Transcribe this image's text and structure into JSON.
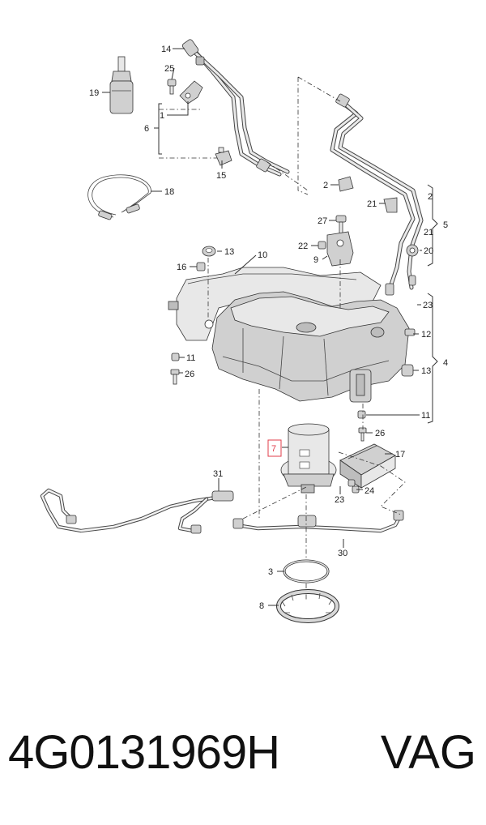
{
  "callouts": {
    "c14": "14",
    "c25": "25",
    "c19": "19",
    "c1": "1",
    "c6": "6",
    "c15": "15",
    "c18": "18",
    "c2a": "2",
    "c21a": "21",
    "c2b": "2",
    "c21b": "21",
    "c5": "5",
    "c27": "27",
    "c22": "22",
    "c20": "20",
    "c9": "9",
    "c13a": "13",
    "c16": "16",
    "c10": "10",
    "c23a": "23",
    "c12": "12",
    "c11a": "11",
    "c4": "4",
    "c26a": "26",
    "c13b": "13",
    "c11b": "11",
    "c26b": "26",
    "c7": "7",
    "c17": "17",
    "c31": "31",
    "c24": "24",
    "c23b": "23",
    "c30": "30",
    "c3": "3",
    "c8": "8"
  },
  "caption": {
    "part_number": "4G0131969H",
    "brand": "VAG"
  },
  "colors": {
    "highlight": "#e03c4a",
    "line": "#333333",
    "part_fill": "#d0d0d0"
  }
}
